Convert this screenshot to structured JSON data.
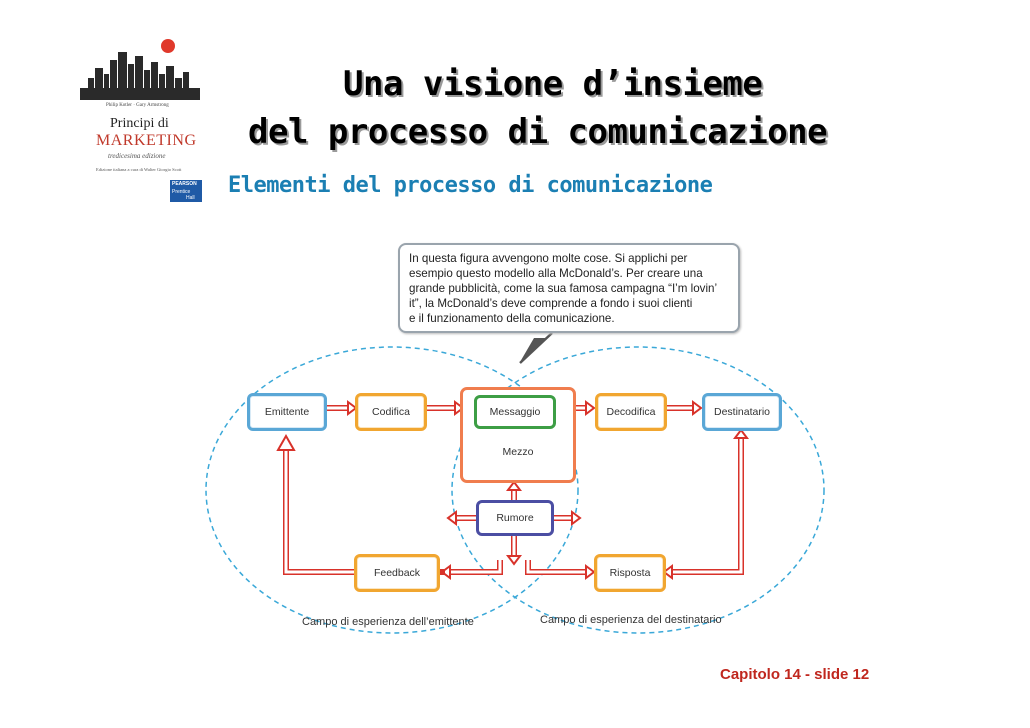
{
  "cover": {
    "authors": "Philip Kotler · Gary Armstrong",
    "title_line1": "Principi di",
    "title_line2": "MARKETING",
    "edition": "tredicesima edizione",
    "italian_edition": "Edizione italiana a cura di Walter Giorgio Scott",
    "publisher_line1": "PEARSON",
    "publisher_line2": "Prentice",
    "publisher_line3": "Hall"
  },
  "slide": {
    "title_line1": "Una visione d’insieme",
    "title_line2": "del processo di comunicazione",
    "subtitle": "Elementi del processo di comunicazione",
    "footer": "Capitolo 14 - slide 12"
  },
  "callout": {
    "lines": [
      "In questa figura avvengono molte cose. Si applichi per",
      "esempio questo modello alla McDonald’s. Per creare una",
      "grande pubblicità, come la sua famosa campagna “I’m lovin’",
      "it”, la McDonald’s deve comprende a fondo i suoi clienti",
      "e il funzionamento della comunicazione."
    ]
  },
  "diagram": {
    "emittente": "Emittente",
    "codifica": "Codifica",
    "messaggio": "Messaggio",
    "mezzo": "Mezzo",
    "decodifica": "Decodifica",
    "destinatario": "Destinatario",
    "rumore": "Rumore",
    "feedback": "Feedback",
    "risposta": "Risposta",
    "campo_emittente": "Campo di esperienza dell’emittente",
    "campo_destinatario": "Campo di esperienza del destinatario"
  },
  "colors": {
    "title_blue": "#1b7fb3",
    "footer_red": "#c0271e",
    "box_blue": "#5aa7d6",
    "box_orange": "#f1a630",
    "box_green": "#3d9e45",
    "box_purple": "#4b4ea3",
    "mezzo_orange": "#f07d4e",
    "arrow_red": "#d8322a",
    "dashed_ellipse": "#3aa8d8"
  }
}
